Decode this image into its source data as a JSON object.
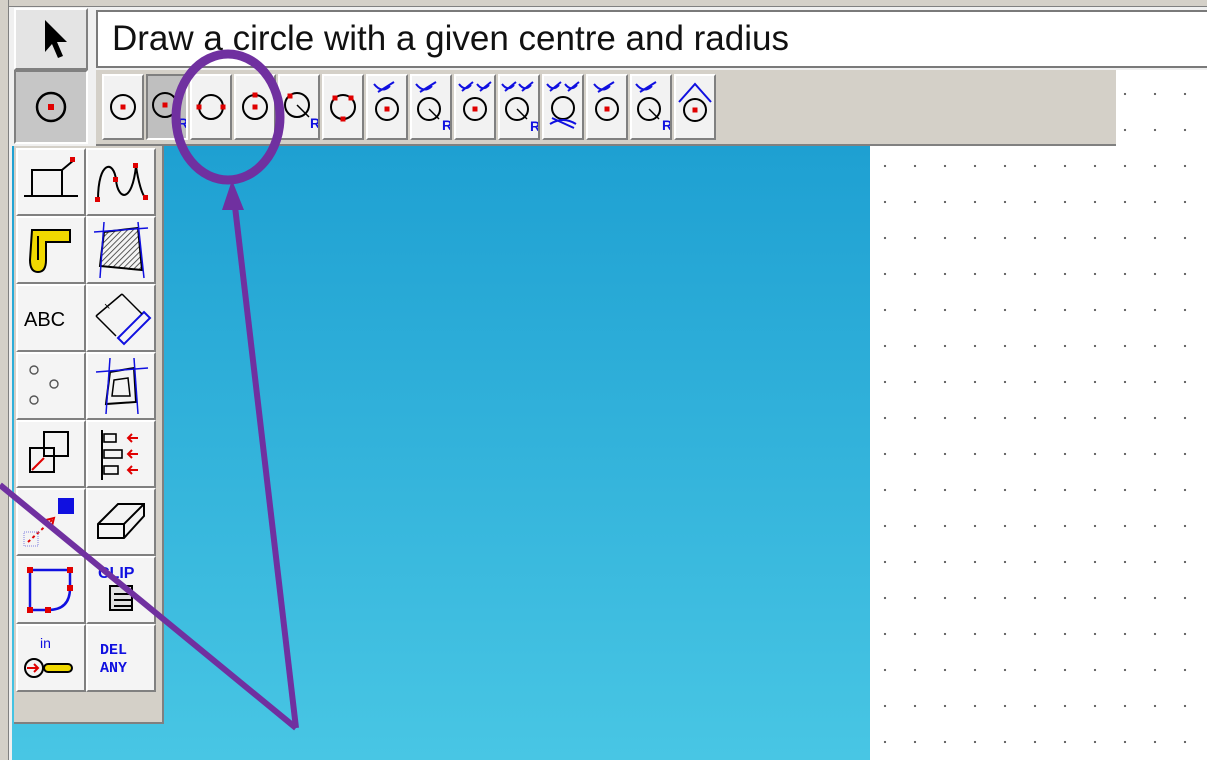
{
  "prompt": {
    "text": "Draw a circle with a given centre and radius"
  },
  "palette": {
    "text_tool_label": "ABC",
    "clip_label": "CLIP",
    "in_label": "in",
    "del_label_1": "DEL",
    "del_label_2": "ANY"
  },
  "circle_toolbar": {
    "radius_marker": "R"
  },
  "colors": {
    "accent_purple": "#7030a0",
    "marker_red": "#e00000",
    "icon_blue": "#1010e0",
    "panel_blue_top": "#1ea0d2",
    "panel_blue_bottom": "#48c6e4"
  },
  "icons": [
    "arrow-pointer-icon",
    "circle-centre-icon",
    "circle-centre-radius-icon",
    "annotation-circle-highlight",
    "annotation-arrow-lines"
  ]
}
